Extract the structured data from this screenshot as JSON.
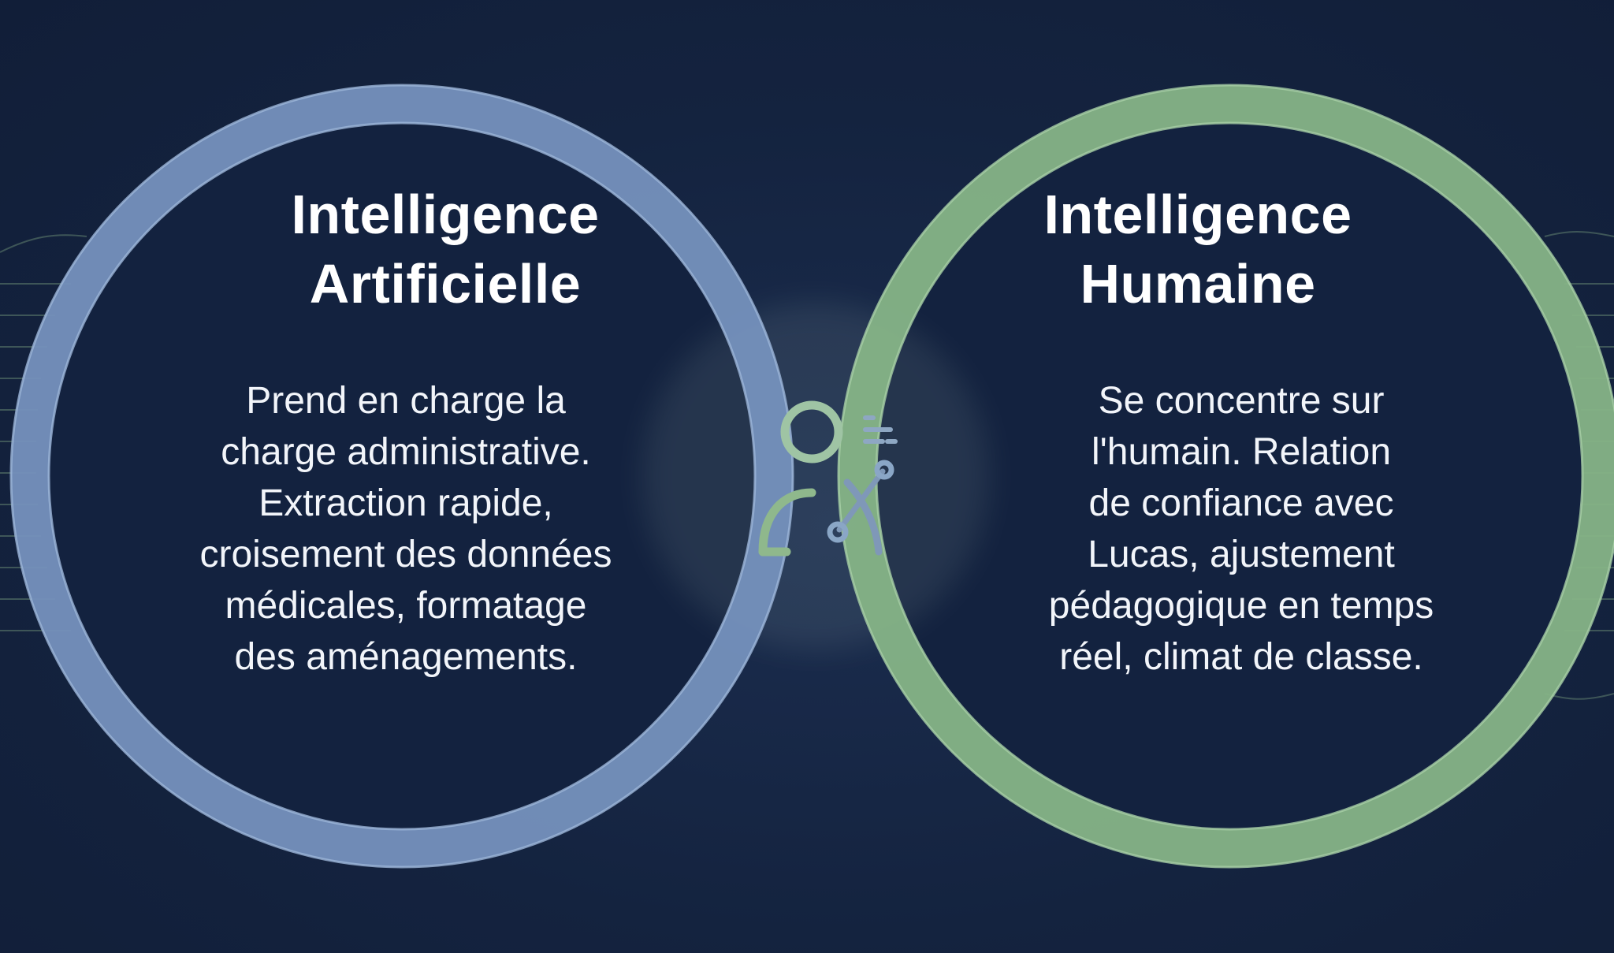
{
  "colors": {
    "background": "#14233f",
    "ai_ring": "#7f9ec8",
    "human_ring": "#8fb88c",
    "intersection_glow": "#dff3e2",
    "text": "#ffffff"
  },
  "left_circle": {
    "title_lines": [
      "Intelligence",
      "Artificielle"
    ],
    "description_lines": [
      "Prend en charge la",
      "charge administrative.",
      "Extraction rapide,",
      "croisement des données",
      "médicales, formatage",
      "des aménagements."
    ]
  },
  "right_circle": {
    "title_lines": [
      "Intelligence",
      "Humaine"
    ],
    "description_lines": [
      "Se concentre sur",
      "l'humain. Relation",
      "de confiance avec",
      "Lucas, ajustement",
      "pédagogique en temps",
      "réel, climat de classe."
    ]
  },
  "intersection": {
    "icon": "person-network-icon"
  }
}
